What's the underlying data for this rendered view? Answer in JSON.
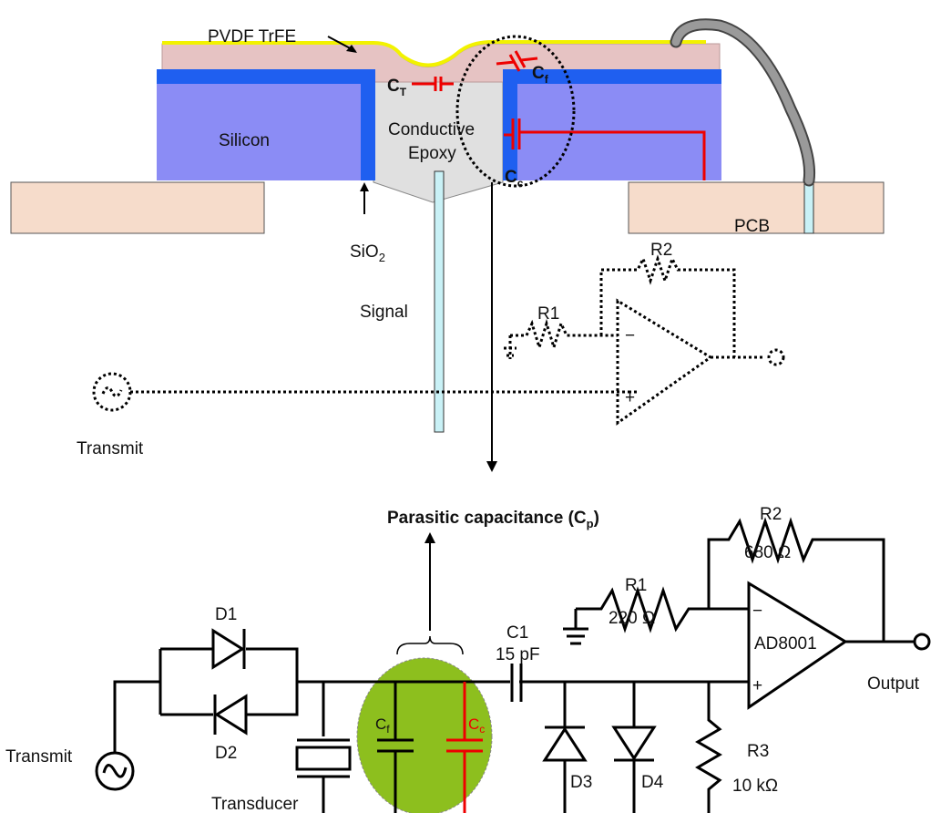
{
  "cross_section": {
    "pvdf_label": "PVDF TrFE",
    "silicon_label": "Silicon",
    "epoxy_label_line1": "Conductive",
    "epoxy_label_line2": "Epoxy",
    "sio2_label": "SiO",
    "sio2_sub": "2",
    "pcb_label": "PCB",
    "ct_label": "C",
    "ct_sub": "T",
    "cf_label": "C",
    "cf_sub": "f",
    "cc_label": "C",
    "cc_sub": "c",
    "signal_label": "Signal",
    "transmit_label": "Transmit",
    "r1_label": "R1",
    "r2_label": "R2"
  },
  "schematic": {
    "parasitic_label": "Parasitic capacitance (C",
    "parasitic_sub": "p",
    "parasitic_close": ")",
    "r2_label": "R2",
    "r2_value": "680 Ω",
    "r1_label": "R1",
    "r1_value": "220 Ω",
    "c1_label": "C1",
    "c1_value": "15 pF",
    "opamp_label": "AD8001",
    "minus_sign": "−",
    "plus_sign": "+",
    "output_label": "Output",
    "d1_label": "D1",
    "d2_label": "D2",
    "d3_label": "D3",
    "d4_label": "D4",
    "r3_label": "R3",
    "r3_value": "10 kΩ",
    "transmit_label": "Transmit",
    "transducer_label": "Transducer",
    "cf_label": "C",
    "cf_sub": "f",
    "cc_label": "C",
    "cc_sub": "c"
  },
  "colors": {
    "silicon": "#8b8cf5",
    "silicon_edge": "#1f5ff0",
    "pvdf": "#e6c3c3",
    "pvdf_top": "#f2f200",
    "epoxy": "#e0e0e0",
    "pcb": "#f6dccb",
    "signal_bar": "#c9f1f6",
    "wire_red": "#e00000",
    "parasitic_fill": "#8dbf1e"
  }
}
